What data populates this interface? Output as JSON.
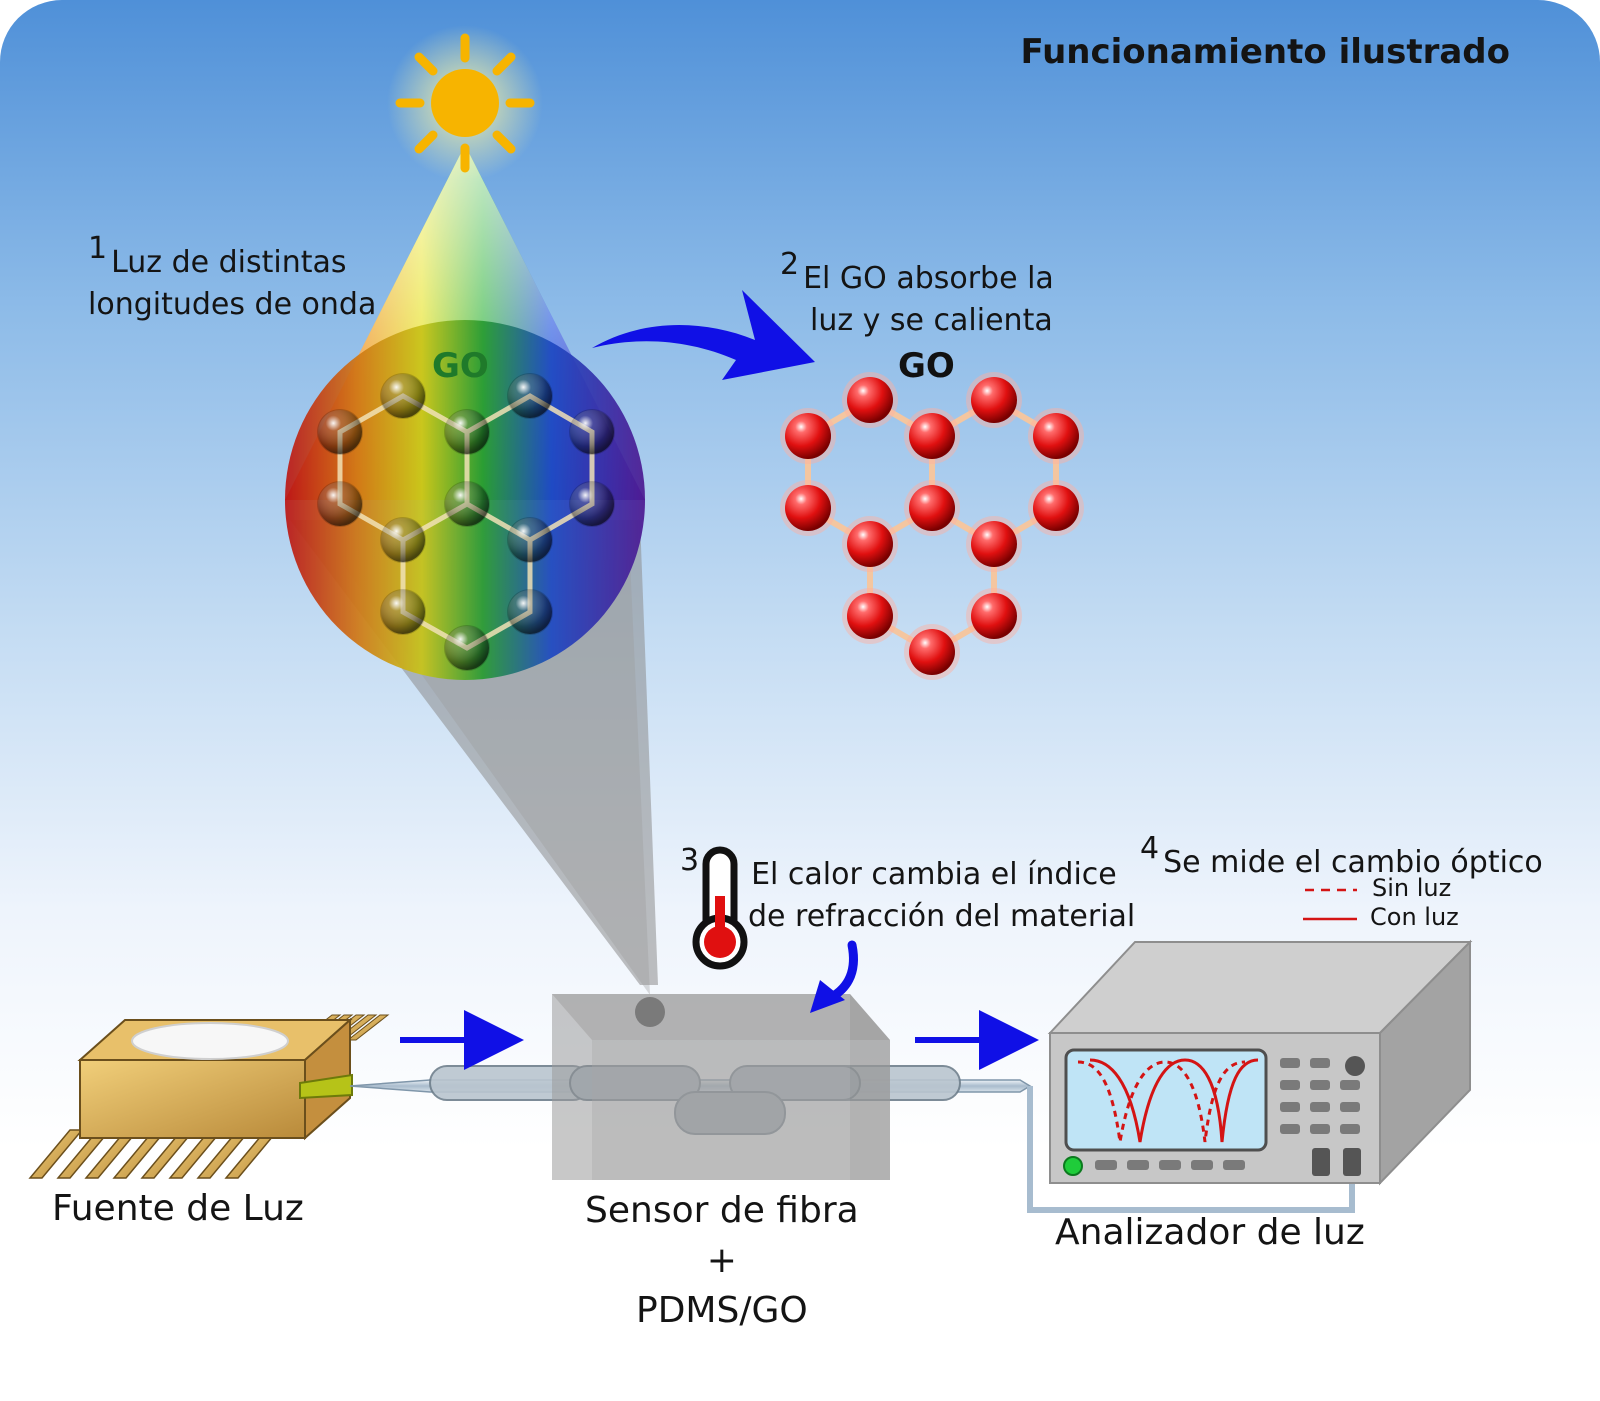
{
  "title": "Funcionamiento ilustrado",
  "steps": [
    {
      "number": "1",
      "line1": "Luz de distintas",
      "line2": "longitudes de onda"
    },
    {
      "number": "2",
      "line1": "El GO absorbe la",
      "line2": "luz y se calienta"
    },
    {
      "number": "3",
      "line1": "El calor cambia el índice",
      "line2": "de refracción del material"
    },
    {
      "number": "4",
      "line1": "Se mide el cambio óptico",
      "line2": ""
    }
  ],
  "go_label_colored": "GO",
  "go_label_heated": "GO",
  "legend": {
    "without_light": "Sin luz",
    "with_light": "Con luz"
  },
  "devices": {
    "source": "Fuente de Luz",
    "sensor_line1": "Sensor de fibra",
    "sensor_line2": "+",
    "sensor_line3": "PDMS/GO",
    "analyzer": "Analizador de luz"
  },
  "colors": {
    "arrow_blue": "#1010e6",
    "atom_red": "#e01010",
    "sun_yellow": "#f7b400",
    "curve_red": "#d41414"
  },
  "icons": [
    "sun-icon",
    "thermometer-icon",
    "curved-arrow-icon",
    "straight-arrow-icon"
  ]
}
